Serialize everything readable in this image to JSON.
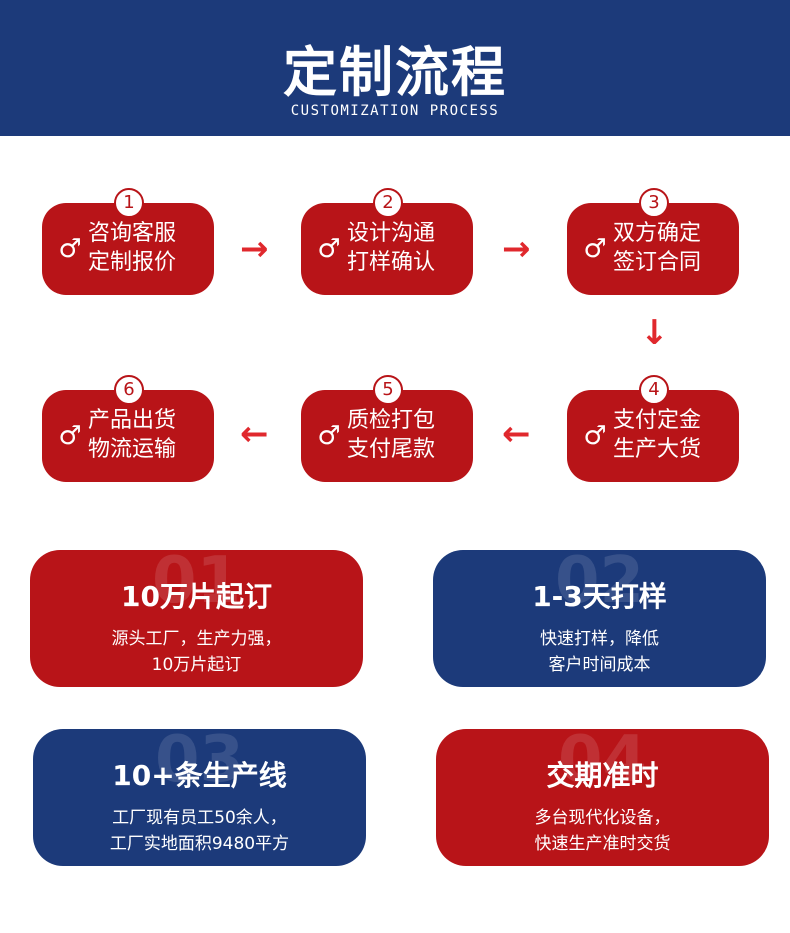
{
  "header": {
    "title": "定制流程",
    "subtitle": "CUSTOMIZATION PROCESS",
    "bg_color": "#1c3a7a"
  },
  "colors": {
    "red": "#b81418",
    "blue": "#1c3a7a",
    "arrow": "#e0282d"
  },
  "steps": [
    {
      "num": "1",
      "icon": "male-symbol-icon",
      "icon_glyph": "♂",
      "line1": "咨询客服",
      "line2": "定制报价"
    },
    {
      "num": "2",
      "icon": "male-symbol-icon",
      "icon_glyph": "♂",
      "line1": "设计沟通",
      "line2": "打样确认"
    },
    {
      "num": "3",
      "icon": "male-symbol-icon",
      "icon_glyph": "♂",
      "line1": "双方确定",
      "line2": "签订合同"
    },
    {
      "num": "4",
      "icon": "male-symbol-icon",
      "icon_glyph": "♂",
      "line1": "支付定金",
      "line2": "生产大货"
    },
    {
      "num": "5",
      "icon": "male-symbol-icon",
      "icon_glyph": "♂",
      "line1": "质检打包",
      "line2": "支付尾款"
    },
    {
      "num": "6",
      "icon": "male-symbol-icon",
      "icon_glyph": "♂",
      "line1": "产品出货",
      "line2": "物流运输"
    }
  ],
  "arrows": {
    "right": "→",
    "left": "←",
    "down": "↓"
  },
  "cards": [
    {
      "bg_number": "01",
      "title": "10万片起订",
      "desc1": "源头工厂，生产力强，",
      "desc2": "10万片起订",
      "color": "#b81418"
    },
    {
      "bg_number": "02",
      "title": "1-3天打样",
      "desc1": "快速打样，降低",
      "desc2": "客户时间成本",
      "color": "#1c3a7a"
    },
    {
      "bg_number": "03",
      "title": "10+条生产线",
      "desc1": "工厂现有员工50余人，",
      "desc2": "工厂实地面积9480平方",
      "color": "#1c3a7a"
    },
    {
      "bg_number": "04",
      "title": "交期准时",
      "desc1": "多台现代化设备，",
      "desc2": "快速生产准时交货",
      "color": "#b81418"
    }
  ]
}
